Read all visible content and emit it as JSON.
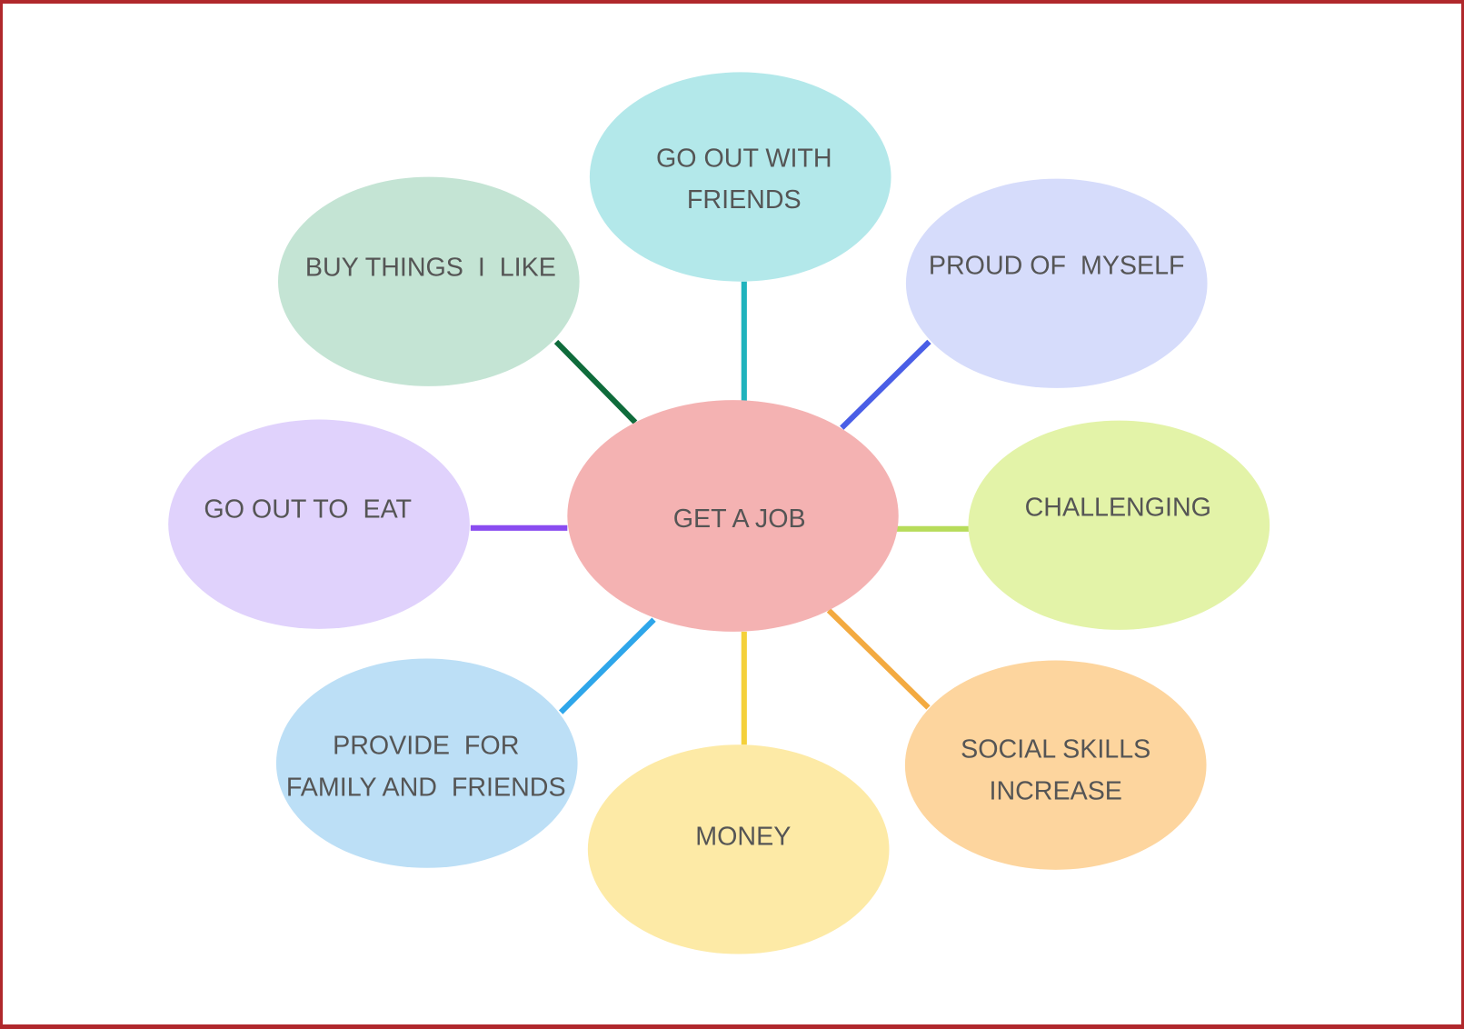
{
  "center": {
    "label": "GET A JOB",
    "color": "#f4b2b2"
  },
  "nodes": [
    {
      "lines": [
        "GO OUT WITH",
        "FRIENDS"
      ],
      "fill": "#b3e8ea",
      "edge": "#1fb3bd"
    },
    {
      "lines": [
        "PROUD OF  MYSELF"
      ],
      "fill": "#d6dcfb",
      "edge": "#4a5ee6"
    },
    {
      "lines": [
        "CHALLENGING"
      ],
      "fill": "#e3f3a8",
      "edge": "#b7dc5a"
    },
    {
      "lines": [
        "SOCIAL SKILLS",
        "INCREASE"
      ],
      "fill": "#fdd59e",
      "edge": "#f3aa40"
    },
    {
      "lines": [
        "MONEY"
      ],
      "fill": "#fdeaa6",
      "edge": "#f4d03a"
    },
    {
      "lines": [
        "PROVIDE  FOR",
        "FAMILY AND  FRIENDS"
      ],
      "fill": "#bcdff6",
      "edge": "#2ea6ea"
    },
    {
      "lines": [
        "GO OUT TO  EAT"
      ],
      "fill": "#e0d2fc",
      "edge": "#8a4cf0"
    },
    {
      "lines": [
        "BUY THINGS  I  LIKE"
      ],
      "fill": "#c4e4d4",
      "edge": "#0f6b3b"
    }
  ]
}
